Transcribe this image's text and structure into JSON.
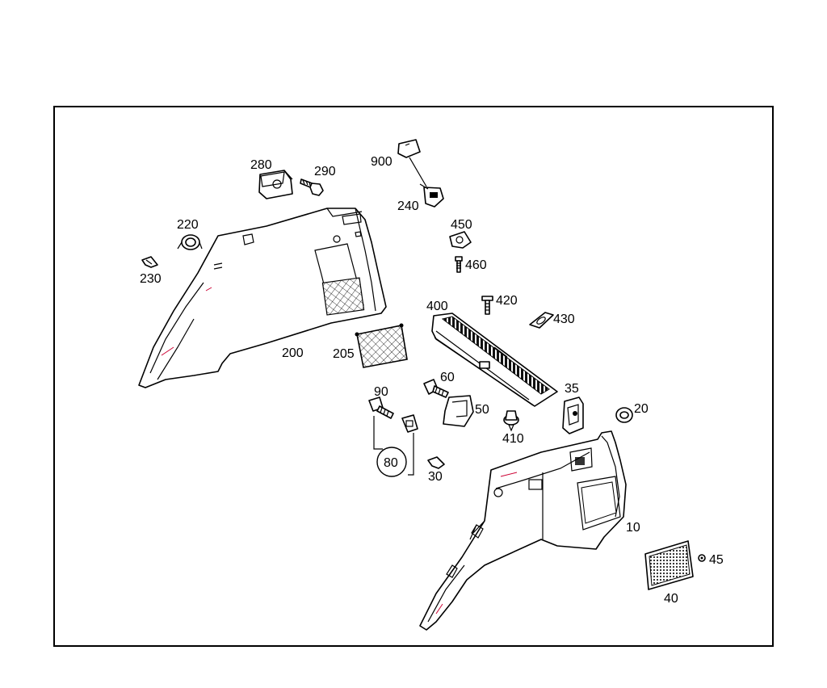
{
  "diagram": {
    "parts": [
      {
        "id": "p280",
        "number": "280"
      },
      {
        "id": "p290",
        "number": "290"
      },
      {
        "id": "p900",
        "number": "900"
      },
      {
        "id": "p240",
        "number": "240"
      },
      {
        "id": "p220",
        "number": "220"
      },
      {
        "id": "p450",
        "number": "450"
      },
      {
        "id": "p460",
        "number": "460"
      },
      {
        "id": "p230",
        "number": "230"
      },
      {
        "id": "p420",
        "number": "420"
      },
      {
        "id": "p400",
        "number": "400"
      },
      {
        "id": "p430",
        "number": "430"
      },
      {
        "id": "p200",
        "number": "200"
      },
      {
        "id": "p205",
        "number": "205"
      },
      {
        "id": "p60",
        "number": "60"
      },
      {
        "id": "p90",
        "number": "90"
      },
      {
        "id": "p35",
        "number": "35"
      },
      {
        "id": "p50",
        "number": "50"
      },
      {
        "id": "p20",
        "number": "20"
      },
      {
        "id": "p410",
        "number": "410"
      },
      {
        "id": "p80",
        "number": "80"
      },
      {
        "id": "p30",
        "number": "30"
      },
      {
        "id": "p10",
        "number": "10"
      },
      {
        "id": "p45",
        "number": "45"
      },
      {
        "id": "p40",
        "number": "40"
      }
    ]
  }
}
